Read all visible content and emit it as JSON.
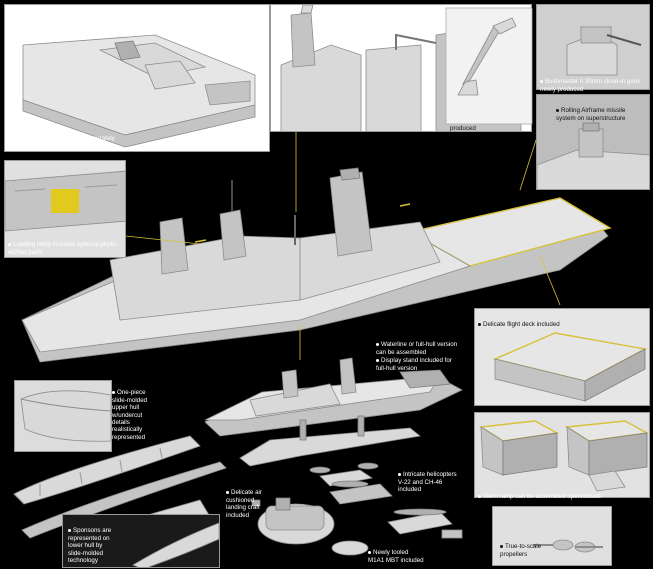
{
  "captions": {
    "superstructure": "One-piece superstructure accurately\npresented by slide-molded technology",
    "crane": "Utility crane newly\nproduced",
    "bushmaster": "Bushmaster II 30mm close-in guns\nnewly produced",
    "ram": "Rolling Airframe missile\nsystem on superstructure",
    "ramp": "Loading ramp includes optional photo-\netched parts",
    "flight_deck": "Delicate flight deck included",
    "waterline": "Waterline or full-hull version\ncan be assembled",
    "stand": "Display stand included for\nfull-hull version",
    "upper_hull": "One-piece\nslide-molded\nupper hull\nw/undercut\ndetails\nrealistically\nrepresented",
    "helicopters": "Intricate helicopters\nV-22 and CH-46\nincluded",
    "lcac": "Delicate air\ncushioned\nlanding craft\nincluded",
    "sponsons": "Sponsons are\nrepresented on\nlower hull by\nslide-molded\ntechnology",
    "stern_ramp": "Stern ramp can be assembled open/closed",
    "tank": "Newly tooled\nM1A1 MBT included",
    "propellers": "True-to-scale\npropellers"
  },
  "colors": {
    "background": "#000000",
    "model_grey": "#d9d9d9",
    "highlight": "#e2c91e"
  }
}
